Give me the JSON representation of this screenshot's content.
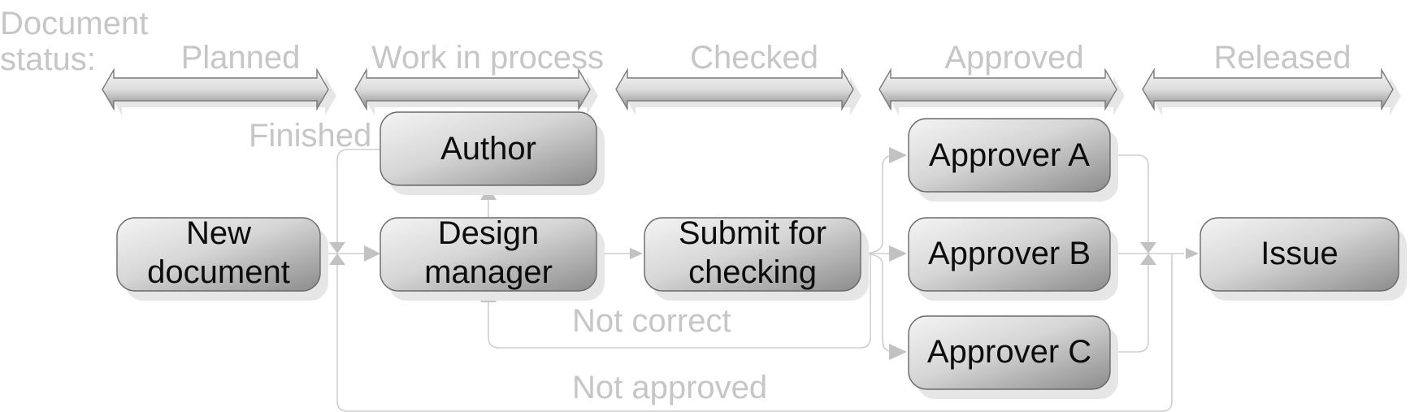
{
  "status_label": {
    "line1": "Document",
    "line2": "status:"
  },
  "phases": [
    {
      "label": "Planned"
    },
    {
      "label": "Work in process"
    },
    {
      "label": "Checked"
    },
    {
      "label": "Approved"
    },
    {
      "label": "Released"
    }
  ],
  "nodes": {
    "new_document": {
      "line1": "New",
      "line2": "document"
    },
    "author": {
      "line1": "Author"
    },
    "design_manager": {
      "line1": "Design",
      "line2": "manager"
    },
    "submit_for_checking": {
      "line1": "Submit for",
      "line2": "checking"
    },
    "approver_a": {
      "line1": "Approver A"
    },
    "approver_b": {
      "line1": "Approver B"
    },
    "approver_c": {
      "line1": "Approver C"
    },
    "issue": {
      "line1": "Issue"
    }
  },
  "edge_labels": {
    "finished": "Finished",
    "not_correct": "Not correct",
    "not_approved": "Not approved"
  },
  "colors": {
    "label_gray": "#c6c6c6",
    "connector": "#cfcfcf",
    "node_text": "#0c0c0c"
  }
}
